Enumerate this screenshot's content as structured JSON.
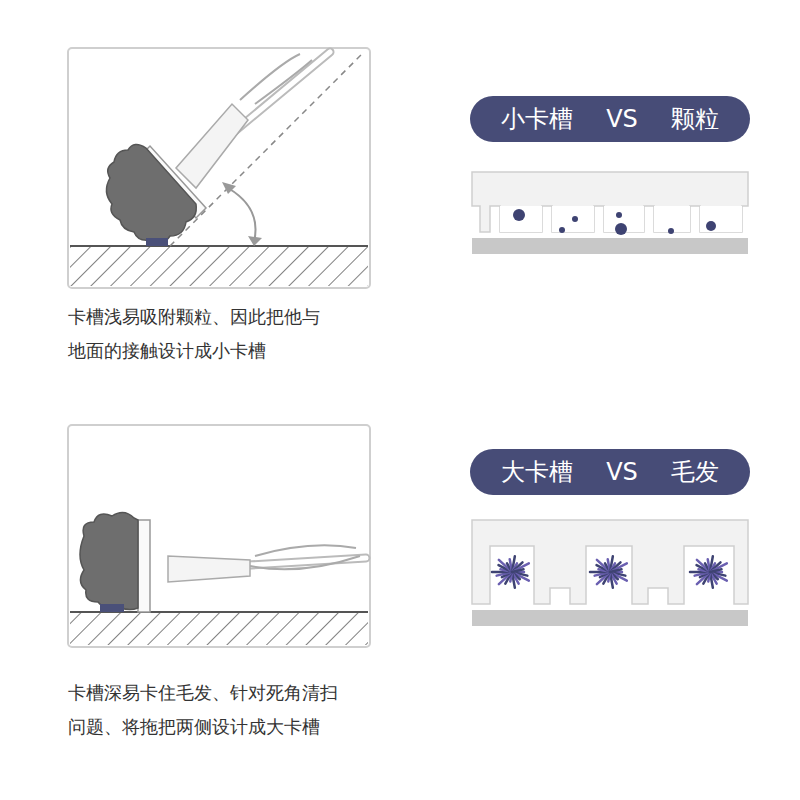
{
  "diagram": {
    "nodes": [
      {
        "text": [
          "小卡槽",
          "VS",
          "颗粒"
        ]
      },
      {
        "text": [
          "大卡槽",
          "VS",
          "毛发"
        ]
      }
    ],
    "labels": [
      "卡槽浅易吸附颗粒、因此把他与 地面的接触设计成小卡槽",
      "卡槽深易卡住毛发、针对死角清扫 问题、将拖把两侧设计成大卡槽"
    ]
  }
}
